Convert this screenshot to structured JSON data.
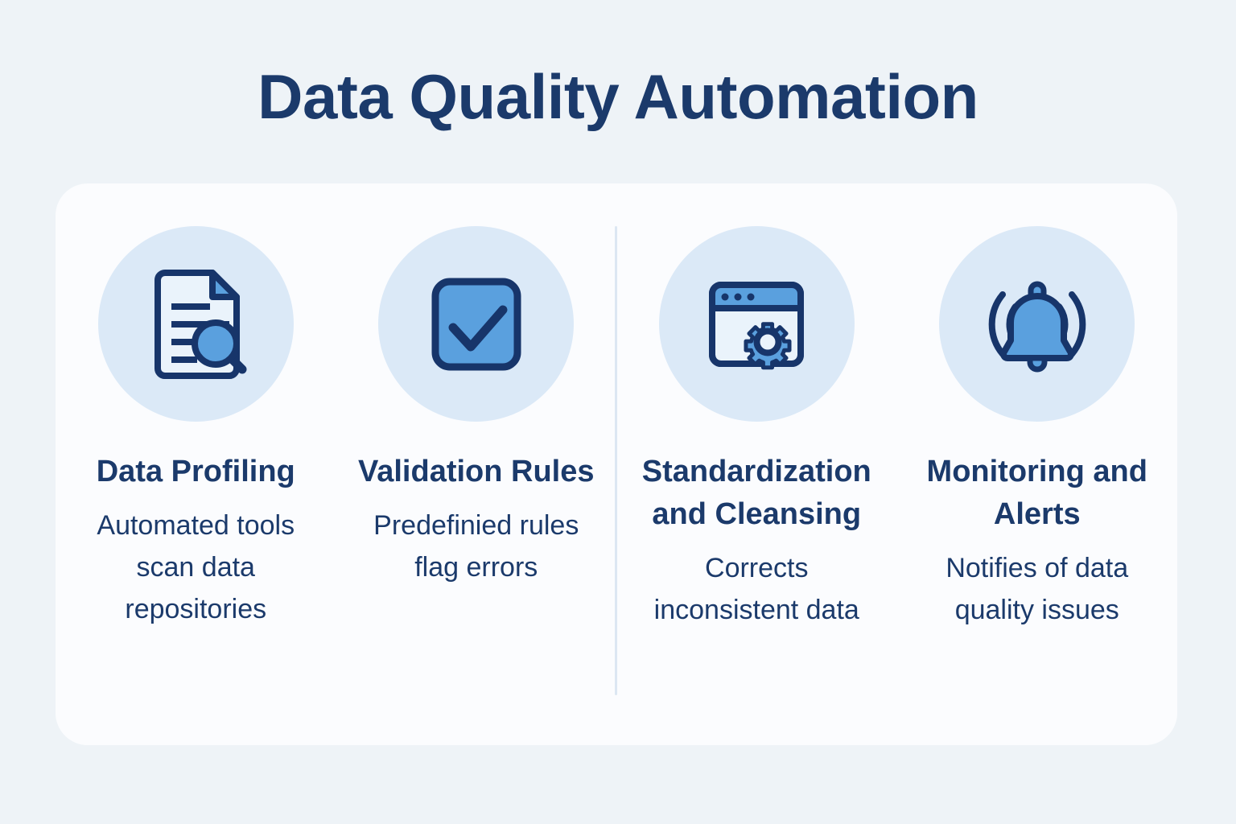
{
  "page": {
    "title": "Data Quality Automation",
    "background_color": "#eef3f7",
    "panel_color": "#fbfcfe",
    "accent_navy": "#1b3a6b",
    "accent_blue": "#5aa0de",
    "icon_circle_color": "#dbe9f7",
    "divider_color": "#dce7f2"
  },
  "cards": [
    {
      "icon": "document-search-icon",
      "title": "Data Profiling",
      "description": "Automated tools scan data repositories"
    },
    {
      "icon": "checkbox-check-icon",
      "title": "Validation Rules",
      "description": "Predefinied rules flag errors"
    },
    {
      "icon": "browser-gear-icon",
      "title": "Standardization and Cleansing",
      "description": "Corrects inconsistent data"
    },
    {
      "icon": "ringing-bell-icon",
      "title": "Monitoring and Alerts",
      "description": "Notifies of data quality issues"
    }
  ]
}
